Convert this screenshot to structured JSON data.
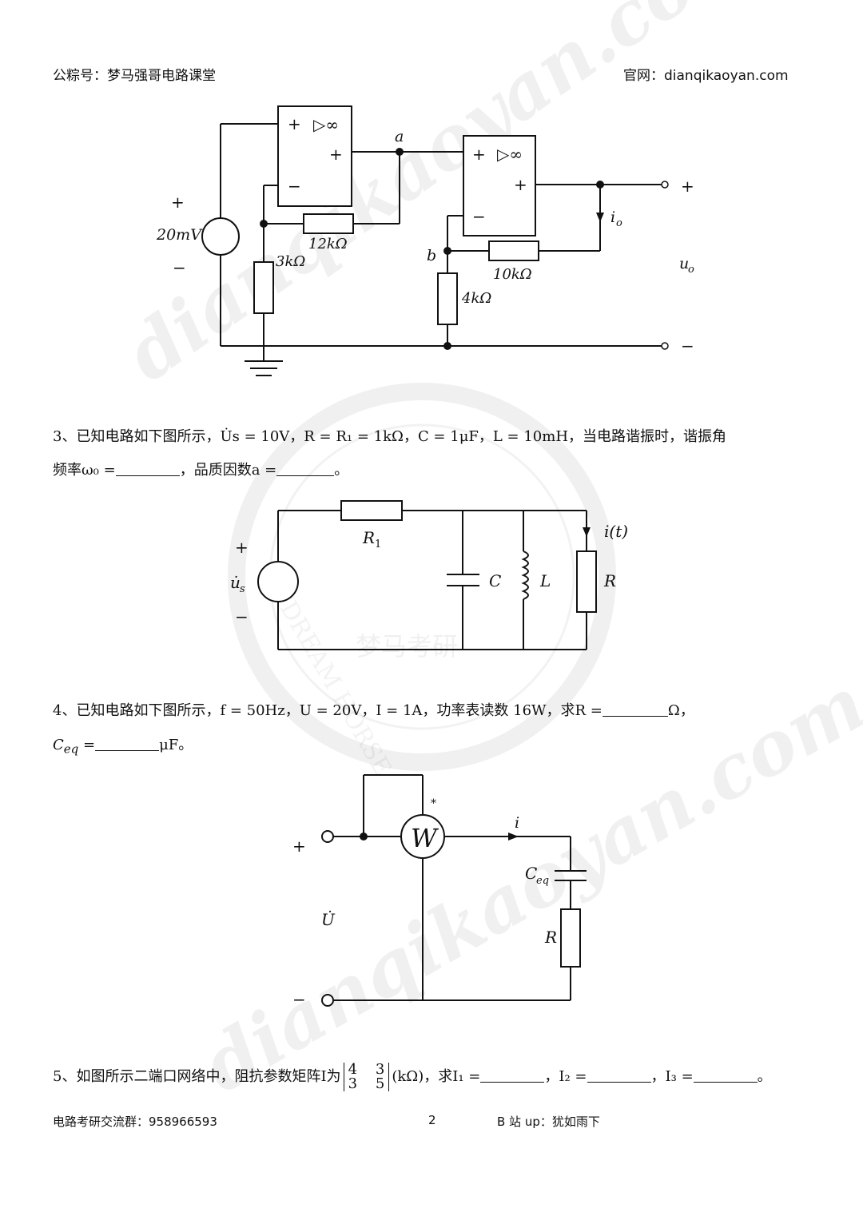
{
  "header": {
    "left": "公粽号：梦马强哥电路课堂",
    "right": "官网：dianqikaoyan.com"
  },
  "footer": {
    "left": "电路考研交流群：958966593",
    "page": "2",
    "right": "B 站 up：犹如雨下"
  },
  "watermark": {
    "text": "dianqikaoyan.com",
    "seal_text": "DREAM HORSE",
    "seal_cn": "梦马考研"
  },
  "circuit1": {
    "a": "a",
    "b": "b",
    "plus": "+",
    "minus": "−",
    "src": "20mV",
    "r1": "12kΩ",
    "r2": "3kΩ",
    "r3": "10kΩ",
    "r4": "4kΩ",
    "io": "i",
    "io_sub": "o",
    "uo": "u",
    "uo_sub": "o",
    "amp": "▷∞"
  },
  "q3": {
    "line1": "3、已知电路如下图所示，U̇s = 10V，R = R₁ = 1kΩ，C = 1μF，L = 10mH，当电路谐振时，谐振角",
    "line2a": "频率ω₀ =",
    "line2b": "，品质因数a =",
    "line2c": "。"
  },
  "circuit2": {
    "us": "u̇",
    "us_sub": "s",
    "r1": "R",
    "r1_sub": "1",
    "c": "C",
    "l": "L",
    "r": "R",
    "it": "i(t)",
    "plus": "+",
    "minus": "−"
  },
  "q4": {
    "line1a": "4、已知电路如下图所示，f = 50Hz，U = 20V，I = 1A，功率表读数 16W，求R =",
    "line1b": "Ω，",
    "line2a": "C",
    "line2sub": "eq",
    "line2b": " =",
    "line2c": "μF。"
  },
  "circuit3": {
    "w": "W",
    "star": "*",
    "i": "i",
    "ceq": "C",
    "ceq_sub": "eq",
    "r": "R",
    "u": "U̇",
    "plus": "+",
    "minus": "−"
  },
  "q5": {
    "a": "5、如图所示二端口网络中，阻抗参数矩阵I为",
    "m11": "4",
    "m12": "3",
    "m21": "3",
    "m22": "5",
    "b": "(kΩ)，求I₁ =",
    "c": "，I₂ =",
    "d": "，I₃ =",
    "e": "。"
  }
}
